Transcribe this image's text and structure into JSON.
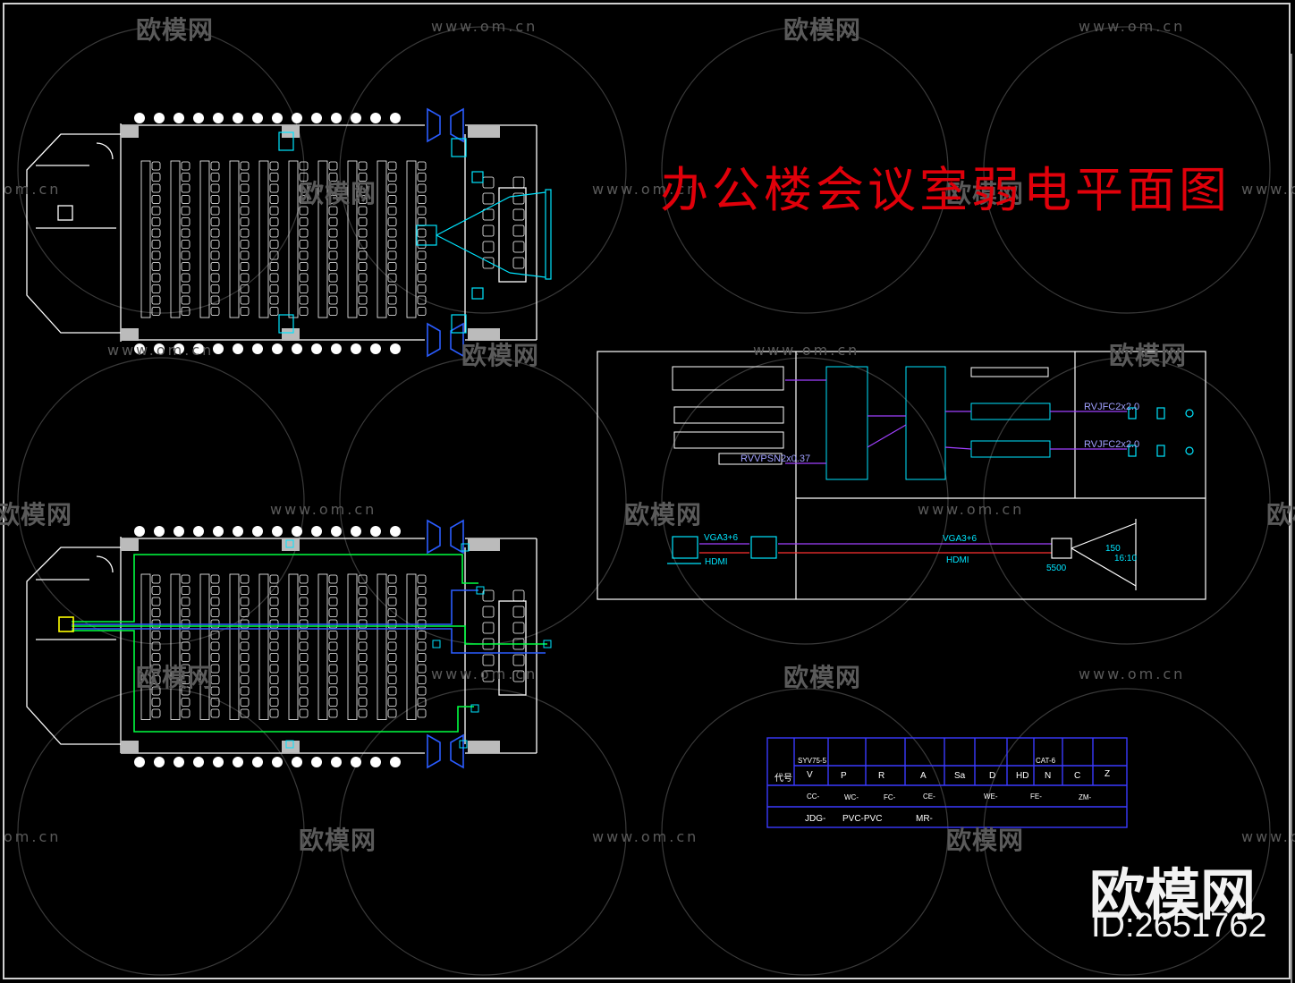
{
  "title": "办公楼会议室弱电平面图",
  "brand": {
    "name": "欧模网",
    "id": "ID:2651762"
  },
  "watermarks": {
    "logo": "欧模网",
    "url": "www.om.cn",
    "url_partial_left": "om.cn",
    "url_partial_right": "www.o"
  },
  "system_diagram": {
    "cable_1": "RVVPSN2x0.37",
    "cable_2": "RVJFC2x2.0",
    "cable_3": "RVJFC2x2.0",
    "vga_left": "VGA3+6",
    "hdmi_left": "HDMI",
    "vga_right": "VGA3+6",
    "hdmi_right": "HDMI",
    "projector_model": "5500",
    "screen_size": "150",
    "screen_ratio": "16:10"
  },
  "legend_table": {
    "row_codes_label": "代号",
    "codes": [
      "V",
      "P",
      "R",
      "A",
      "Sa",
      "D",
      "HD",
      "N",
      "C",
      "Z"
    ],
    "header_cells": [
      "SYV75-5",
      "CAT-6"
    ],
    "row2": [
      "CC-",
      "WC-",
      "FC-",
      "CE-",
      "WE-",
      "FE-",
      "ZM-"
    ],
    "row3": [
      "JDG-",
      "PVC-PVC",
      "MR-"
    ]
  },
  "colors": {
    "background": "#000000",
    "title": "#e0000a",
    "cad_cyan": "#00e5ff",
    "cad_green": "#00ff40",
    "cad_blue": "#2020ff",
    "cad_white": "#ffffff"
  }
}
